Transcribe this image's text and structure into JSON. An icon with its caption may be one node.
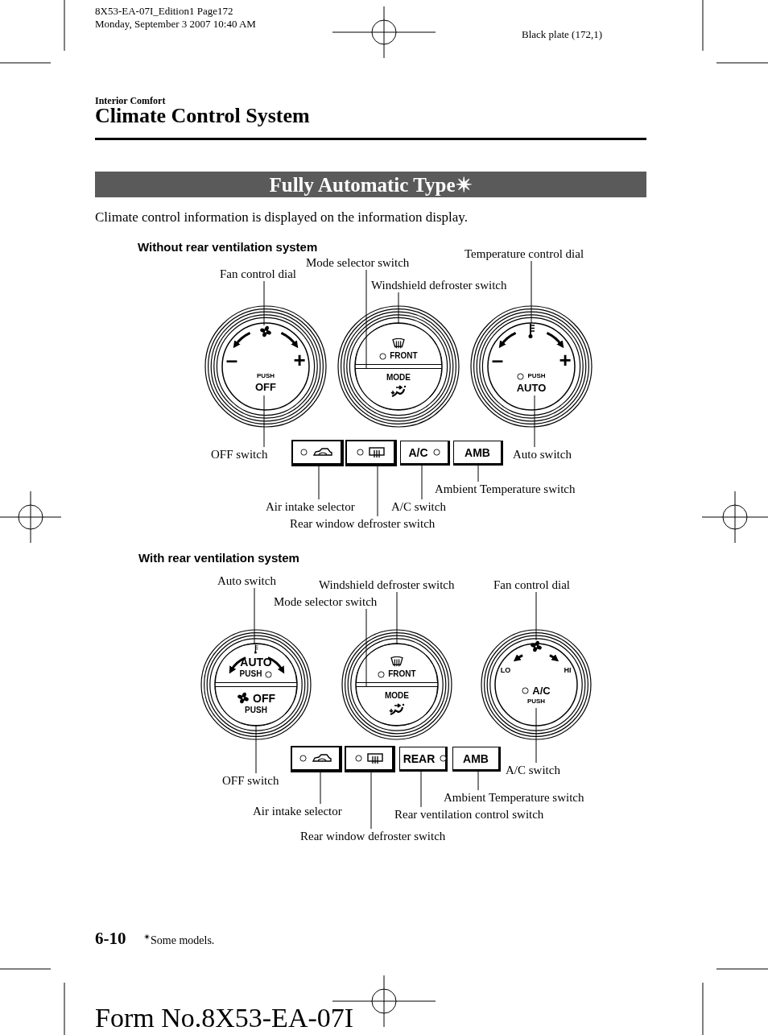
{
  "diagram": {
    "title": "Climate Control System",
    "nodes": [
      {
        "text": [
          "–",
          "+"
        ]
      },
      {
        "text": [],
        "shape": "picture",
        "in": 0
      },
      {
        "text": [
          "PUSH",
          "OFF"
        ],
        "in": 0
      },
      {
        "text": [],
        "shape": "circle"
      },
      {
        "text": [
          "FRONT"
        ],
        "in": 3
      },
      {
        "text": [
          "MODE"
        ],
        "in": 3
      },
      {
        "text": [
          "–",
          "+"
        ]
      },
      {
        "text": [],
        "shape": "picture",
        "in": 6
      },
      {
        "text": [
          "PUSH",
          "AUTO"
        ],
        "in": 6
      },
      {
        "text": [],
        "shape": "box"
      },
      {
        "text": [],
        "shape": "box"
      },
      {
        "text": [
          "A/C"
        ]
      },
      {
        "text": [
          "AMB"
        ]
      },
      {
        "text": [
          "Fan control dial"
        ]
      },
      {
        "text": [
          "Mode selector switch"
        ]
      },
      {
        "text": [
          "Temperature control dial"
        ]
      },
      {
        "text": [
          "Windshield defroster switch"
        ]
      },
      {
        "text": [
          "OFF switch"
        ]
      },
      {
        "text": [
          "Auto switch"
        ]
      },
      {
        "text": [
          "Ambient Temperature switch"
        ]
      },
      {
        "text": [
          "Air intake selector"
        ]
      },
      {
        "text": [
          "A/C switch"
        ]
      },
      {
        "text": [
          "Rear window defroster switch"
        ]
      },
      {
        "text": [],
        "shape": "circle"
      },
      {
        "text": [
          "AUTO",
          "PUSH"
        ],
        "in": 23
      },
      {
        "text": [
          "OFF",
          "PUSH"
        ],
        "in": 23
      },
      {
        "text": [],
        "shape": "circle"
      },
      {
        "text": [
          "FRONT"
        ],
        "in": 26
      },
      {
        "text": [
          "MODE"
        ],
        "in": 26
      },
      {
        "text": [
          "LO",
          "HI"
        ]
      },
      {
        "text": [],
        "shape": "picture",
        "in": 29
      },
      {
        "text": [
          "A/C",
          "PUSH"
        ],
        "in": 29
      },
      {
        "text": [],
        "shape": "box"
      },
      {
        "text": [],
        "shape": "box"
      },
      {
        "text": [
          "REAR"
        ]
      },
      {
        "text": [
          "AMB"
        ]
      },
      {
        "text": [
          "Auto switch"
        ]
      },
      {
        "text": [
          "Windshield defroster switch"
        ]
      },
      {
        "text": [
          "Fan control dial"
        ]
      },
      {
        "text": [
          "Mode selector switch"
        ]
      },
      {
        "text": [
          "OFF switch"
        ]
      },
      {
        "text": [
          "A/C switch"
        ]
      },
      {
        "text": [
          "Ambient Temperature switch"
        ]
      },
      {
        "text": [
          "Air intake selector"
        ]
      },
      {
        "text": [
          "Rear ventilation control switch"
        ]
      },
      {
        "text": [
          "Rear window defroster switch"
        ]
      }
    ],
    "edges": [
      {
        "from": 13,
        "to": 1,
        "arrow": "none"
      },
      {
        "from": 14,
        "to": 5,
        "arrow": "none"
      },
      {
        "from": 15,
        "to": 7,
        "arrow": "none"
      },
      {
        "from": 16,
        "to": 4,
        "arrow": "none"
      },
      {
        "from": 17,
        "to": 2,
        "arrow": "none"
      },
      {
        "from": 18,
        "to": 8,
        "arrow": "none"
      },
      {
        "from": 19,
        "to": 12,
        "arrow": "none"
      },
      {
        "from": 20,
        "to": 9,
        "arrow": "none"
      },
      {
        "from": 21,
        "to": 11,
        "arrow": "none"
      },
      {
        "from": 22,
        "to": 10,
        "arrow": "none"
      },
      {
        "from": 36,
        "to": 24,
        "arrow": "none"
      },
      {
        "from": 37,
        "to": 27,
        "arrow": "none"
      },
      {
        "from": 38,
        "to": 30,
        "arrow": "none"
      },
      {
        "from": 39,
        "to": 28,
        "arrow": "none"
      },
      {
        "from": 40,
        "to": 25,
        "arrow": "none"
      },
      {
        "from": 41,
        "to": 31,
        "arrow": "none"
      },
      {
        "from": 42,
        "to": 35,
        "arrow": "none"
      },
      {
        "from": 43,
        "to": 32,
        "arrow": "none"
      },
      {
        "from": 44,
        "to": 34,
        "arrow": "none"
      },
      {
        "from": 45,
        "to": 33,
        "arrow": "none"
      }
    ],
    "labels": [
      "8X53-EA-07I_Edition1 Page172",
      "Monday, September 3 2007 10:40 AM",
      "Black plate (172,1)",
      "Interior Comfort",
      "Fully Automatic Type✴",
      "Climate control information is displayed on the information display.",
      "Without rear ventilation system",
      "With rear ventilation system",
      "6-10",
      "$^{✴}$Some models.",
      "Form No.8X53-EA-07I"
    ]
  }
}
